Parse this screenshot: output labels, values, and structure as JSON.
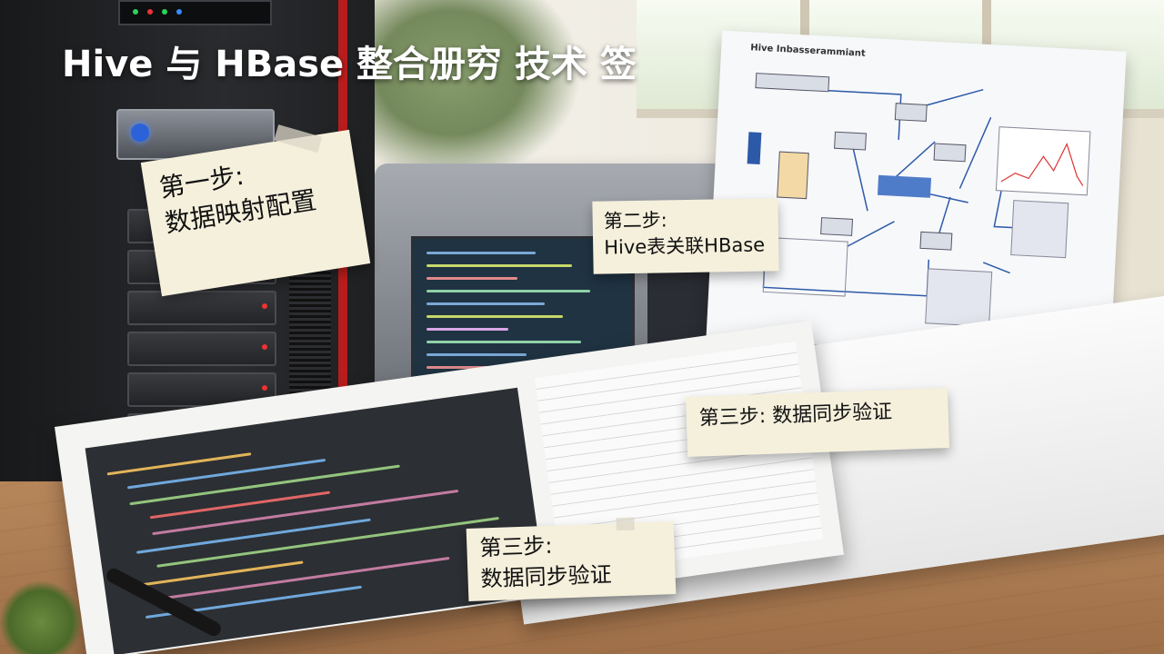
{
  "headline": "Hive 与 HBase 整合册穷 技术 签",
  "diagram_paper_title": "Hive Inbasserammiant",
  "notes": [
    {
      "line1": "第一步:",
      "line2": "数据映射配置"
    },
    {
      "line1": "第二步:",
      "line2": "Hive表关联HBase"
    },
    {
      "line1": "第三步: 数据同步验证"
    },
    {
      "line1": "第三步:",
      "line2": "数据同步验证"
    }
  ],
  "colors": {
    "server_stripe": "#b81d1d",
    "note_paper": "#f5f0dc",
    "headline": "#ffffff",
    "desk": "#b5855a"
  }
}
